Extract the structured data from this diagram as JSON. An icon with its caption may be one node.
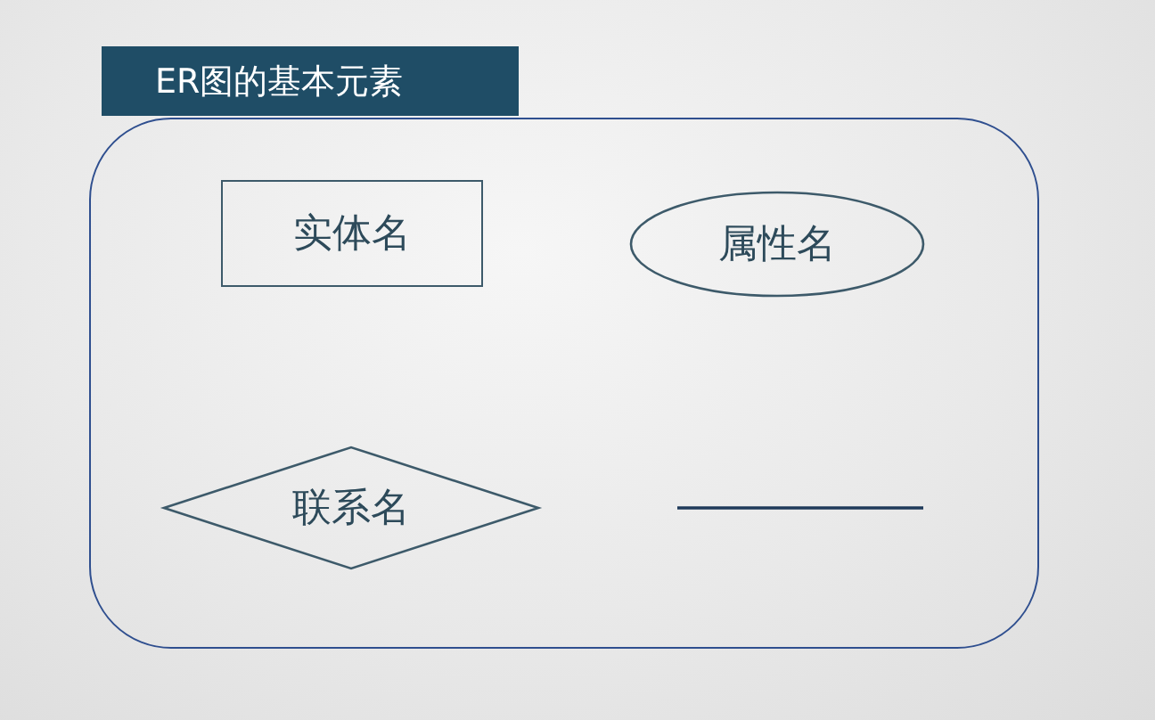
{
  "diagram": {
    "nodes": [
      {
        "text": [
          "ER图的基本元素"
        ]
      },
      {
        "text": [
          "实体名"
        ],
        "in": 0
      },
      {
        "text": [
          "属性名"
        ],
        "in": 0
      },
      {
        "text": [
          "联系名"
        ],
        "in": 0
      },
      {
        "text": [],
        "shape": "line",
        "in": 0
      }
    ]
  }
}
